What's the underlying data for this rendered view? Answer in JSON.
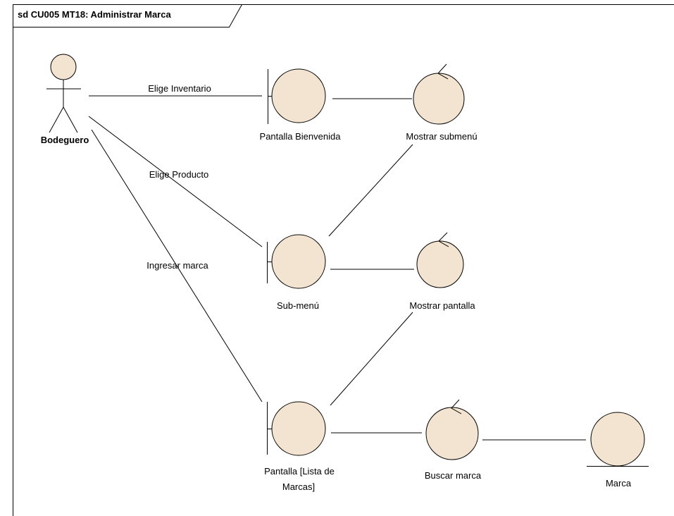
{
  "frame": {
    "title": "sd CU005 MT18: Administrar Marca"
  },
  "actor": {
    "name": "Bodeguero",
    "icon": "actor-stick-figure-icon"
  },
  "boundaries": {
    "bienvenida": "Pantalla Bienvenida",
    "submenu": "Sub-menú",
    "lista_line1": "Pantalla [Lista de",
    "lista_line2": "Marcas]"
  },
  "controls": {
    "mostrar_submenu": "Mostrar submenú",
    "mostrar_pantalla": "Mostrar pantalla",
    "buscar_marca": "Buscar marca"
  },
  "entities": {
    "marca": "Marca"
  },
  "messages": {
    "elige_inventario": "Elige Inventario",
    "elige_producto": "Elige Producto",
    "ingresar_marca": "Ingresar marca"
  },
  "colors": {
    "fill": "#f2e4d0",
    "stroke": "#000000"
  }
}
